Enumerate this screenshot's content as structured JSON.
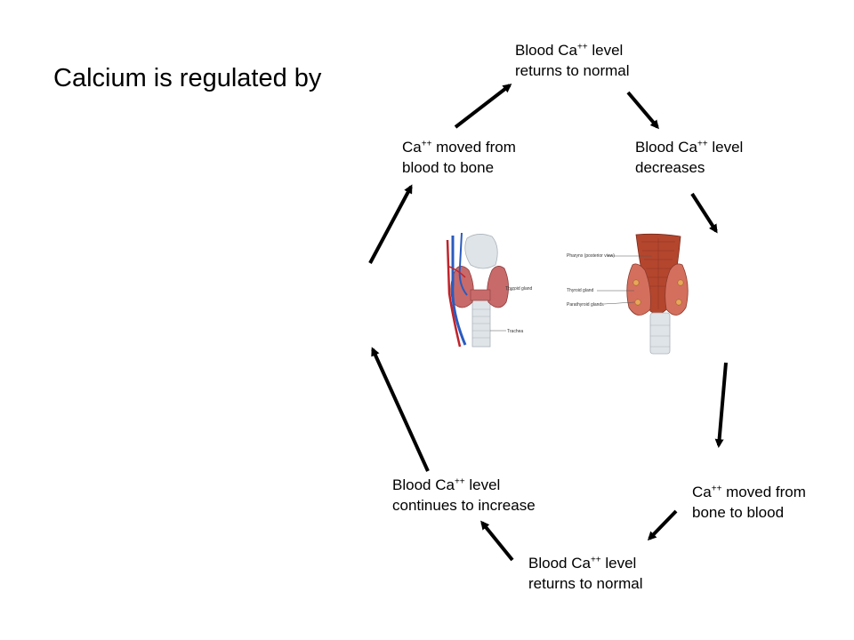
{
  "title": "Calcium is regulated by",
  "cycle_top": [
    {
      "id": "returns-normal-top",
      "prefix": "Blood Ca",
      "sup": "++",
      "rest": " level",
      "line2": "returns to normal"
    },
    {
      "id": "decreases",
      "prefix": "Blood Ca",
      "sup": "++",
      "rest": " level",
      "line2": "decreases"
    },
    {
      "id": "to-bone",
      "prefix": "Ca",
      "sup": "++",
      "rest": " moved from",
      "line2": "blood to bone"
    }
  ],
  "cycle_bottom": [
    {
      "id": "to-blood",
      "prefix": "Ca",
      "sup": "++",
      "rest": " moved from",
      "line2": "bone to blood"
    },
    {
      "id": "returns-normal-bottom",
      "prefix": "Blood Ca",
      "sup": "++",
      "rest": " level",
      "line2": "returns to normal"
    },
    {
      "id": "continues-increase",
      "prefix": "Blood Ca",
      "sup": "++",
      "rest": " level",
      "line2": "continues to increase"
    }
  ],
  "figure_left": {
    "thyroid_label": "Thyroid gland",
    "trachea_label": "Trachea"
  },
  "figure_right": {
    "pharynx_label": "Pharynx (posterior view)",
    "thyroid_label": "Thyroid gland",
    "parathyroid_label": "Parathyroid glands"
  },
  "colors": {
    "arrow": "#000000",
    "gland": "#c85a5a",
    "tissue": "#b4462e",
    "vein": "#2a5bbf",
    "artery": "#c0232b",
    "cartilage": "#dfe4e8"
  }
}
